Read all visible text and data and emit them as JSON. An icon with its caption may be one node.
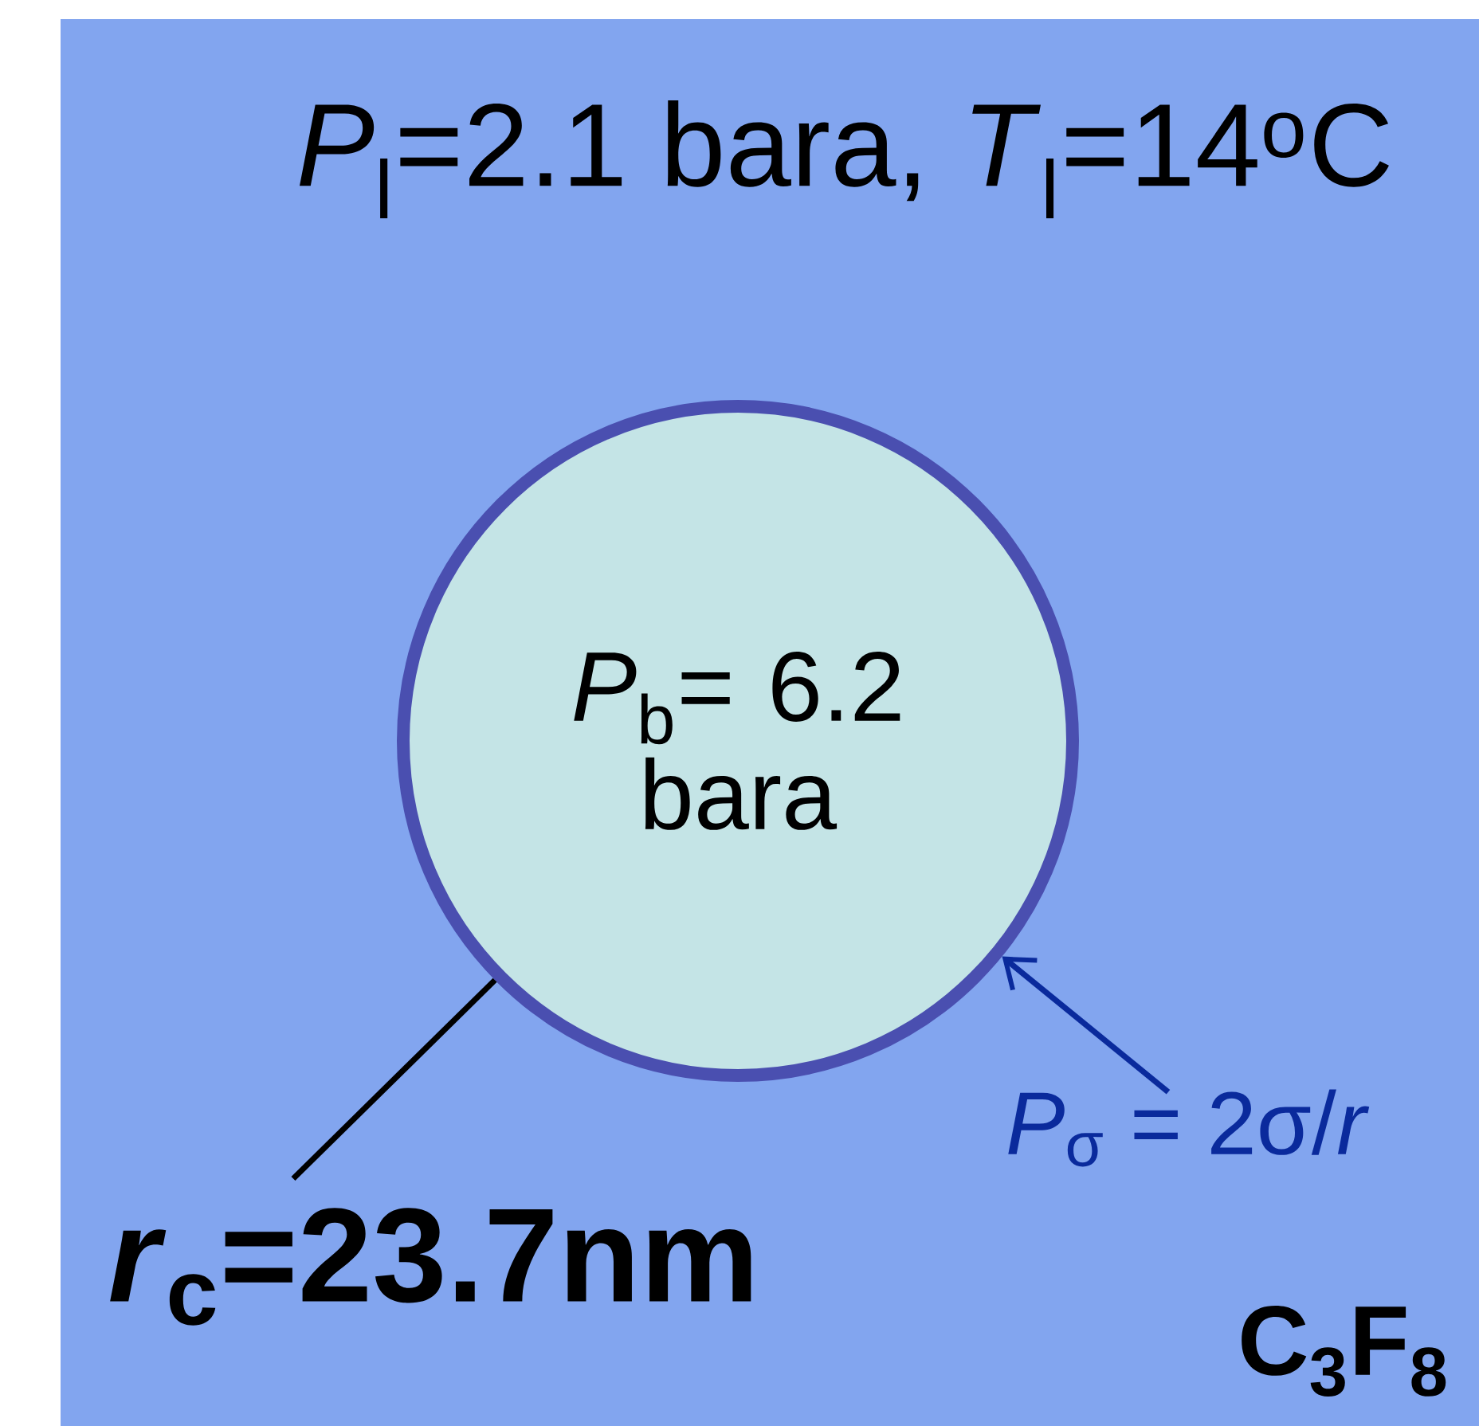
{
  "diagram": {
    "nodes": [
      {
        "text": [
          "*P*$_{b}$= 6.2 bara"
        ]
      },
      {
        "text": [
          "*r*$_{c}$=23.7nm"
        ]
      },
      {
        "text": [
          "*P*$_{σ}$ = 2σ/*r*"
        ]
      }
    ],
    "edges": [
      {
        "from": 1,
        "to": 0,
        "arrow": "none"
      },
      {
        "from": 2,
        "to": 0,
        "arrow": "to",
        "color": "#0a2a9c"
      }
    ],
    "labels": [
      "*P*$_{l}$=2.1 bara, *T*$_{l}$=14$^{o}$C",
      "C$_{3}$F$_{8}$"
    ]
  }
}
